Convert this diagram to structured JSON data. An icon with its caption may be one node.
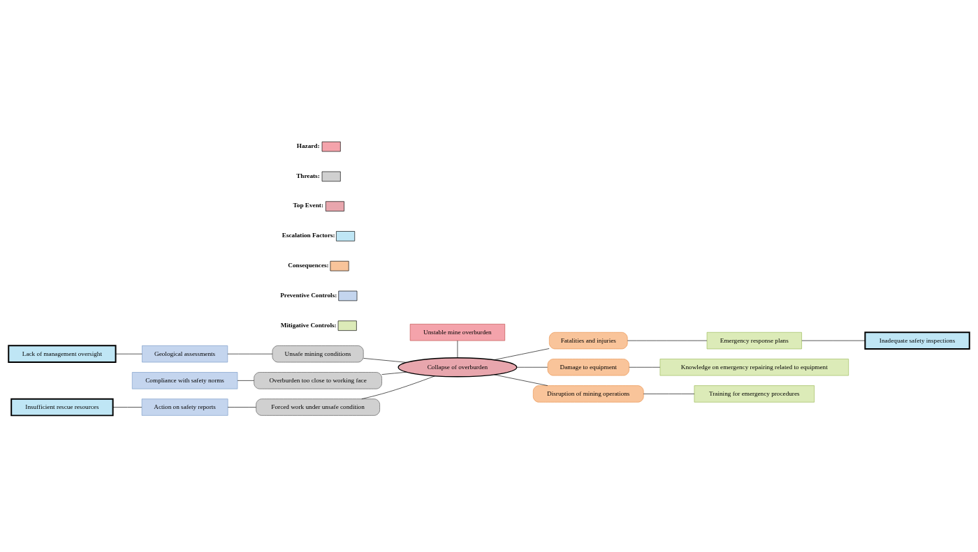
{
  "diagram": {
    "nodes": [
      {
        "text": [
          "Unstable mine overburden"
        ]
      },
      {
        "text": [
          "Collapse of overburden"
        ]
      },
      {
        "text": [
          "Unsafe mining conditions"
        ]
      },
      {
        "text": [
          "Geological assessments"
        ]
      },
      {
        "text": [
          "Lack of management oversight"
        ]
      },
      {
        "text": [
          "Overburden too close to working face"
        ]
      },
      {
        "text": [
          "Compliance with safety norms"
        ]
      },
      {
        "text": [
          "Forced work under unsafe condition"
        ]
      },
      {
        "text": [
          "Action on safety reports"
        ]
      },
      {
        "text": [
          "Insufficient rescue resources"
        ]
      },
      {
        "text": [
          "Fatalities and injuries"
        ]
      },
      {
        "text": [
          "Emergency response plans"
        ]
      },
      {
        "text": [
          "Inadequate safety inspections"
        ]
      },
      {
        "text": [
          "Damage to equipment"
        ]
      },
      {
        "text": [
          "Knowledge on emergency repairing related to equipment"
        ]
      },
      {
        "text": [
          "Disruption of mining operations"
        ]
      },
      {
        "text": [
          "Training for emergency procedures"
        ]
      }
    ],
    "edges": [
      {
        "from": 0,
        "to": 1,
        "arrow": "none"
      },
      {
        "from": 2,
        "to": 1,
        "arrow": "none"
      },
      {
        "from": 3,
        "to": 2,
        "arrow": "none"
      },
      {
        "from": 4,
        "to": 3,
        "arrow": "none"
      },
      {
        "from": 5,
        "to": 1,
        "arrow": "none"
      },
      {
        "from": 6,
        "to": 5,
        "arrow": "none"
      },
      {
        "from": 7,
        "to": 1,
        "arrow": "none"
      },
      {
        "from": 8,
        "to": 7,
        "arrow": "none"
      },
      {
        "from": 9,
        "to": 8,
        "arrow": "none"
      },
      {
        "from": 1,
        "to": 10,
        "arrow": "none"
      },
      {
        "from": 10,
        "to": 11,
        "arrow": "none"
      },
      {
        "from": 11,
        "to": 12,
        "arrow": "none"
      },
      {
        "from": 1,
        "to": 13,
        "arrow": "none"
      },
      {
        "from": 13,
        "to": 14,
        "arrow": "none"
      },
      {
        "from": 1,
        "to": 15,
        "arrow": "none"
      },
      {
        "from": 15,
        "to": 16,
        "arrow": "none"
      }
    ],
    "legend": [
      {
        "text": "Hazard:",
        "color": "#f4a3ab"
      },
      {
        "text": "Threats:",
        "color": "#d0d0d0"
      },
      {
        "text": "Top Event:",
        "color": "#e8a6ad"
      },
      {
        "text": "Escalation Factors:",
        "color": "#bfe6f5"
      },
      {
        "text": "Consequences:",
        "color": "#f9c49a"
      },
      {
        "text": "Preventive Controls:",
        "color": "#c4d5ee"
      },
      {
        "text": "Mitigative Controls:",
        "color": "#dcebb8"
      }
    ]
  }
}
